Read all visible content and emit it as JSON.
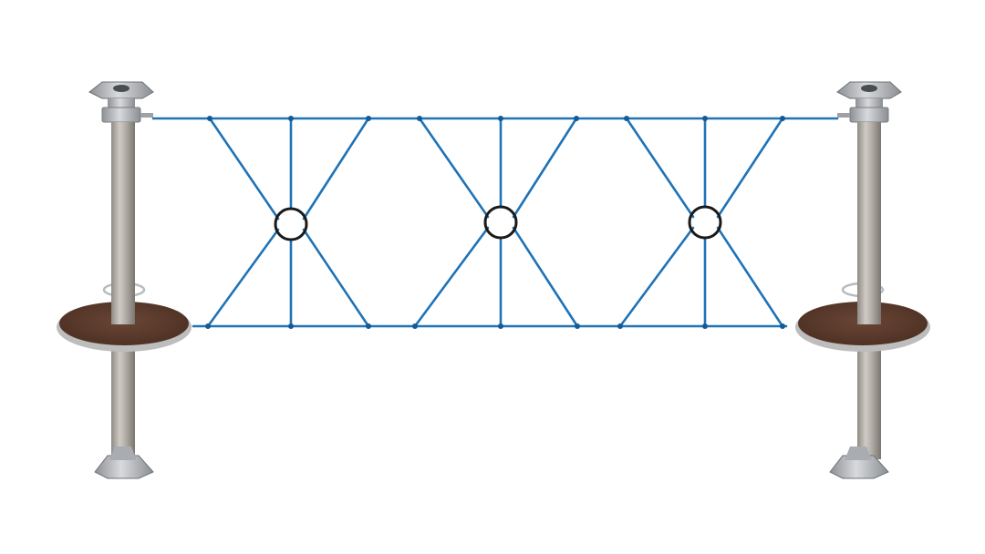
{
  "scene": {
    "subject": "rope-climbing-net-between-two-posts",
    "background_color": "#ffffff",
    "colors": {
      "rope": "#1f73b7",
      "rope_dark": "#155a93",
      "ring": "#1a1a1a",
      "post_light": "#c9c5c0",
      "post_mid": "#a7a29c",
      "post_dark": "#7d7872",
      "platform_top": "#5a3a2b",
      "platform_rim": "#c8c8c8",
      "metal": "#b9bcc0"
    },
    "counts": {
      "posts": 2,
      "net_panels": 3,
      "rings": 3,
      "platforms": 2
    }
  }
}
